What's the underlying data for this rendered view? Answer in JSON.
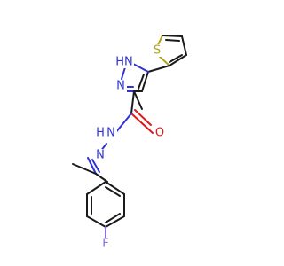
{
  "colors": {
    "carbon": "#1a1a1a",
    "nitrogen": "#2f33d8",
    "oxygen": "#e01818",
    "sulfur": "#b3a31a",
    "fluorine": "#8c6ce0"
  },
  "atoms": {
    "S": "S",
    "NH_pyrazole": "HN",
    "N_pyrazole": "N",
    "NH_hydrazide": "H",
    "N_hydrazide": "N",
    "N_imine": "N",
    "O": "O",
    "F": "F"
  }
}
